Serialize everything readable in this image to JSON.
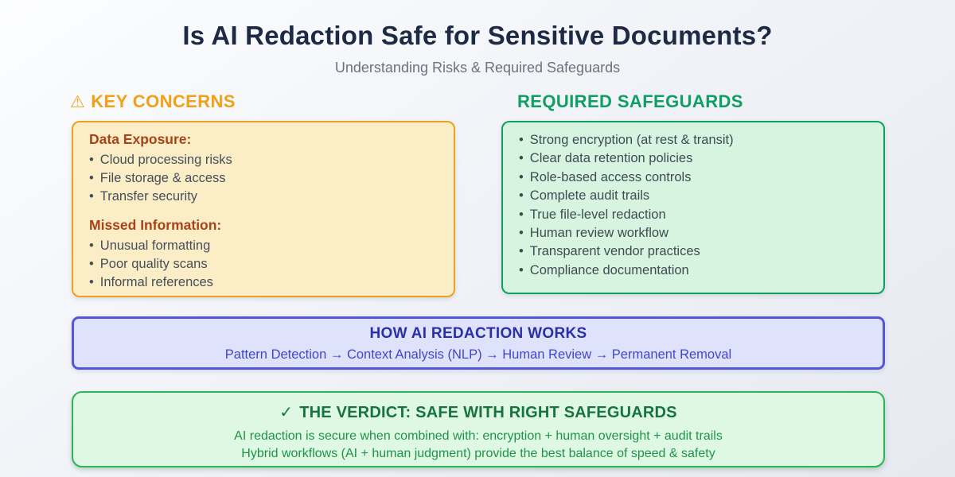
{
  "page": {
    "title": "Is AI Redaction Safe for Sensitive Documents?",
    "subtitle": "Understanding Risks & Required Safeguards"
  },
  "concerns": {
    "icon": "⚠",
    "heading": "KEY CONCERNS",
    "groups": [
      {
        "title": "Data Exposure:",
        "items": [
          "Cloud processing risks",
          "File storage & access",
          "Transfer security"
        ]
      },
      {
        "title": "Missed Information:",
        "items": [
          "Unusual formatting",
          "Poor quality scans",
          "Informal references"
        ]
      }
    ]
  },
  "safeguards": {
    "heading": "REQUIRED SAFEGUARDS",
    "items": [
      "Strong encryption (at rest & transit)",
      "Clear data retention policies",
      "Role-based access controls",
      "Complete audit trails",
      "True file-level redaction",
      "Human review workflow",
      "Transparent vendor practices",
      "Compliance documentation"
    ]
  },
  "process": {
    "title": "HOW AI REDACTION WORKS",
    "flow": "Pattern Detection → Context Analysis (NLP) → Human Review → Permanent Removal"
  },
  "verdict": {
    "icon": "✓",
    "title": "THE VERDICT: SAFE WITH RIGHT SAFEGUARDS",
    "lines": [
      "AI redaction is secure when combined with: encryption + human oversight + audit trails",
      "Hybrid workflows (AI + human judgment) provide the best balance of speed & safety"
    ]
  },
  "colors": {
    "title_navy": "#1e2a44",
    "subtitle_gray": "#6b7280",
    "concern_orange": "#f0a117",
    "concern_box_fill": "#fbeec6",
    "concern_box_border": "#e9a31f",
    "concern_group_title": "#a8421a",
    "safeguard_green": "#0f9f62",
    "safeguard_box_fill": "#d7f4e1",
    "process_indigo": "#5456d8",
    "process_box_fill": "#dee2fb",
    "verdict_green_border": "#2db455",
    "verdict_box_fill": "#dff8e4",
    "verdict_title_green": "#17743c",
    "verdict_text_green": "#1d9448"
  }
}
